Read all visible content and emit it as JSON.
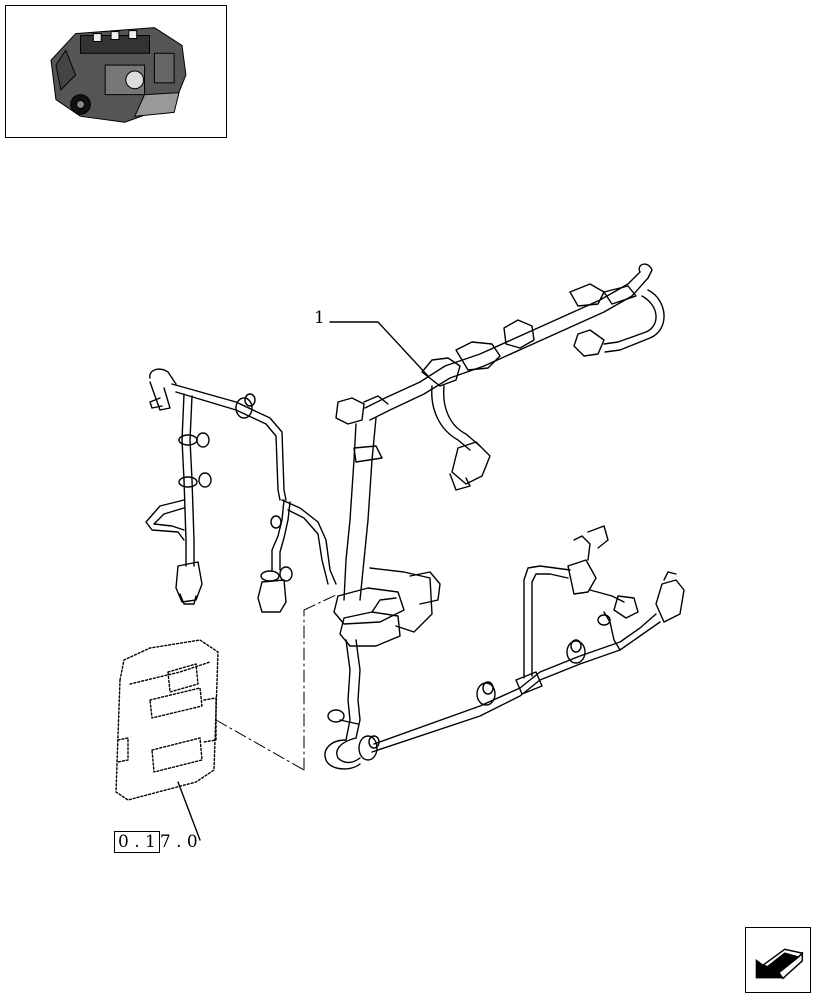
{
  "callouts": [
    {
      "id": "harness",
      "label": "1"
    }
  ],
  "reference": {
    "boxed_1": "0 . 1",
    "rest": "7 . 0"
  },
  "thumbnail": {
    "icon": "engine-thumbnail-icon"
  },
  "navigation": {
    "icon": "prev-arrow-icon"
  }
}
